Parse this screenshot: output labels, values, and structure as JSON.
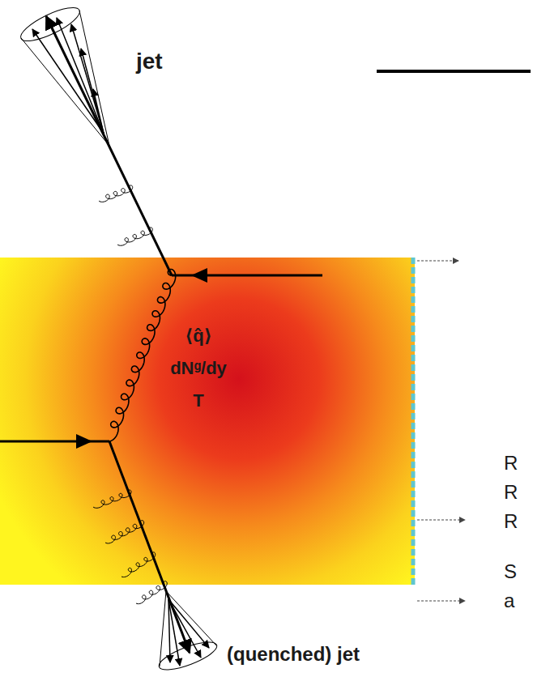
{
  "diagram": {
    "nodes": [
      {
        "text": [
          "⟨q̂⟩",
          "dNᵍ/dy",
          "T"
        ]
      }
    ],
    "labels": [
      "jet",
      "R",
      "R",
      "R",
      "S",
      "a",
      "(quenched) jet"
    ]
  }
}
